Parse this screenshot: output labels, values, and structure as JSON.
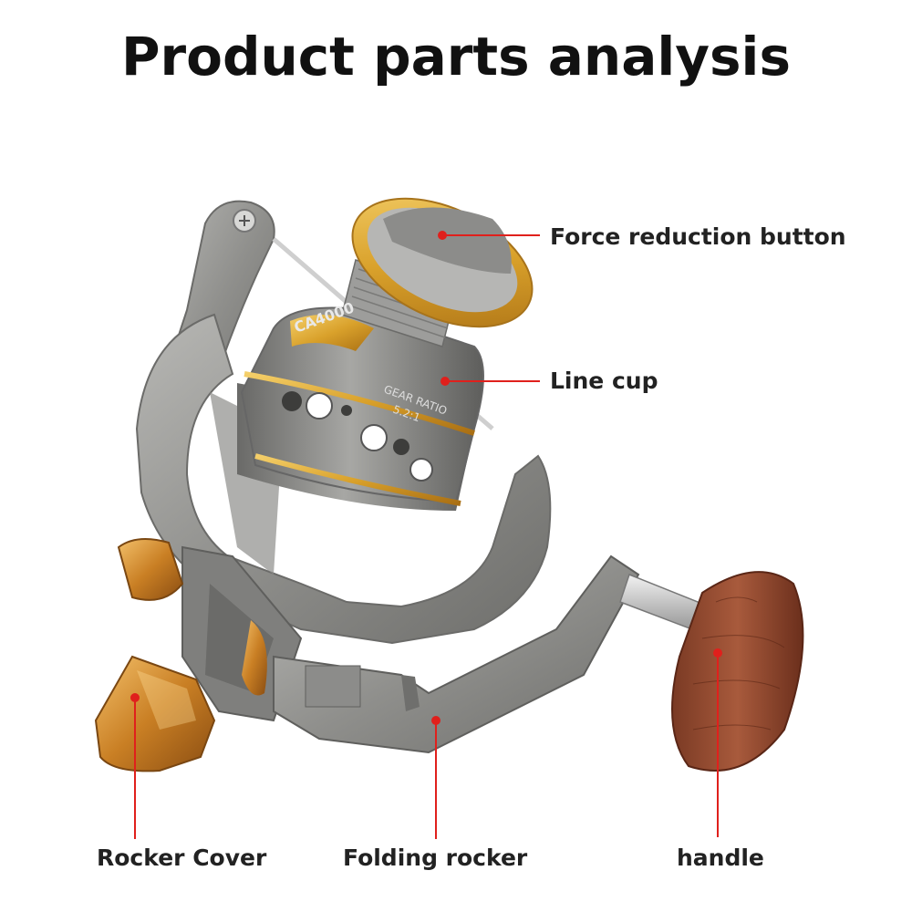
{
  "title": "Product parts analysis",
  "accent_color": "#e0201c",
  "callouts": {
    "force_reduction_button": "Force reduction button",
    "line_cup": "Line cup",
    "rocker_cover": "Rocker Cover",
    "folding_rocker": "Folding rocker",
    "handle": "handle"
  },
  "reel_markings": {
    "model": "CA4000",
    "gear_ratio": "GEAR RATIO",
    "ratio_value": "5.2:1"
  }
}
